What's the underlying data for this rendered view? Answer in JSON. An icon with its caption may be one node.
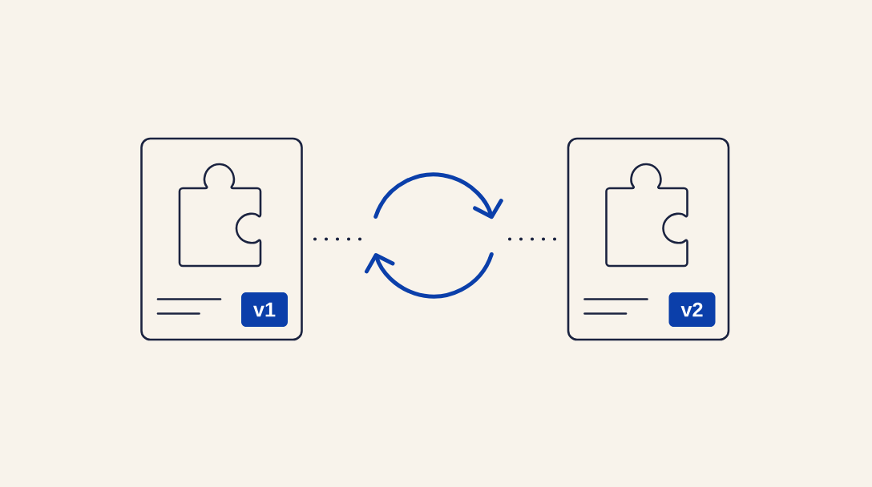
{
  "diagram": {
    "nodes": [
      {
        "text": [],
        "shape": "box"
      },
      {
        "text": [
          "v1"
        ],
        "in": 0
      },
      {
        "text": [],
        "shape": "picture"
      },
      {
        "text": [],
        "shape": "box"
      },
      {
        "text": [
          "v2"
        ],
        "in": 3
      }
    ],
    "edges": [
      {
        "from": 0,
        "to": 2,
        "arrow": "none",
        "style": "dashed"
      },
      {
        "from": 2,
        "to": 3,
        "arrow": "none",
        "style": "dashed"
      }
    ]
  }
}
